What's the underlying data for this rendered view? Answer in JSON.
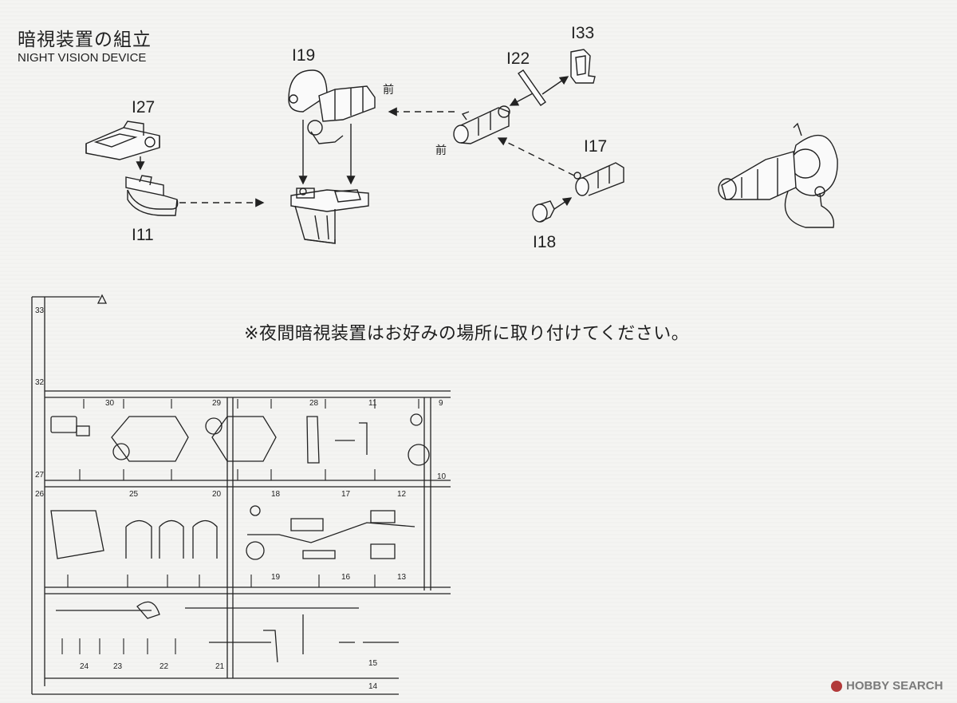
{
  "header": {
    "title_jp": "暗視装置の組立",
    "title_en": "NIGHT VISION DEVICE"
  },
  "parts": {
    "i19": "I19",
    "i27": "I27",
    "i11": "I11",
    "i22": "I22",
    "i33": "I33",
    "i17": "I17",
    "i18": "I18"
  },
  "front_mark": "前",
  "note": "※夜間暗視装置はお好みの場所に取り付けてください。",
  "sprue_numbers": [
    "33",
    "32",
    "30",
    "29",
    "28",
    "11",
    "9",
    "27",
    "26",
    "25",
    "20",
    "18",
    "17",
    "12",
    "19",
    "16",
    "13",
    "10",
    "24",
    "23",
    "22",
    "21",
    "15",
    "14"
  ],
  "watermark": {
    "brand": "HOBBY SEARCH",
    "logo_icon": "hobby-search-logo-icon"
  },
  "colors": {
    "ink": "#222222",
    "paper": "#f4f4f2"
  }
}
